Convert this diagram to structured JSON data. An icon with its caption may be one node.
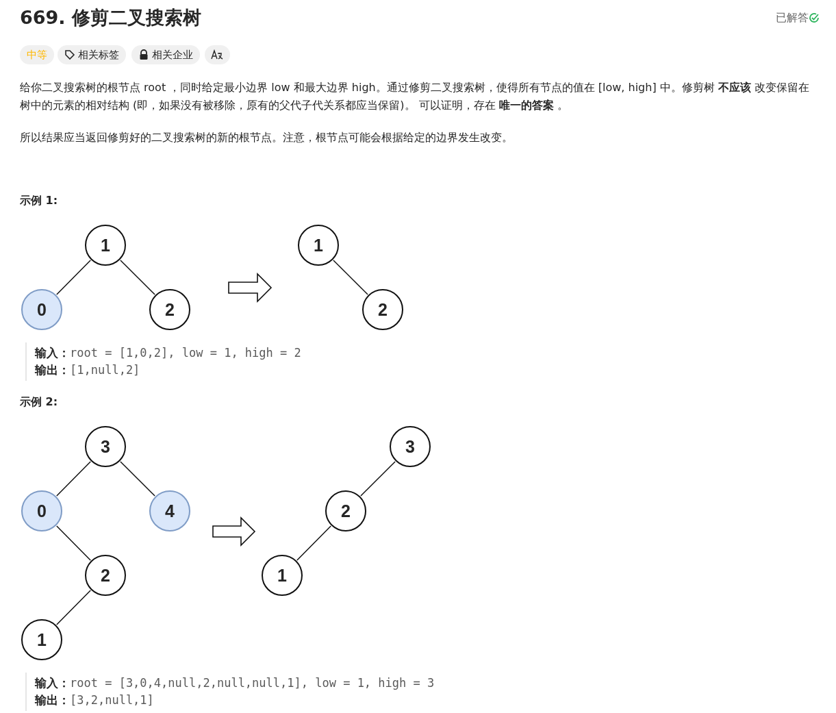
{
  "diagram": {
    "title": "669. 修剪二叉搜索树",
    "nodes": [
      {
        "text": [],
        "shape": "picture"
      },
      {
        "text": [
          "1"
        ],
        "in": 0
      },
      {
        "text": [
          "0"
        ],
        "in": 0
      },
      {
        "text": [
          "2"
        ],
        "in": 0
      },
      {
        "text": [],
        "shape": "picture"
      },
      {
        "text": [
          "1"
        ],
        "in": 4
      },
      {
        "text": [
          "2"
        ],
        "in": 4
      },
      {
        "text": [],
        "shape": "picture"
      },
      {
        "text": [
          "3"
        ],
        "in": 7
      },
      {
        "text": [
          "0"
        ],
        "in": 7
      },
      {
        "text": [
          "4"
        ],
        "in": 7
      },
      {
        "text": [
          "2"
        ],
        "in": 7
      },
      {
        "text": [
          "1"
        ],
        "in": 7
      },
      {
        "text": [],
        "shape": "picture"
      },
      {
        "text": [
          "3"
        ],
        "in": 13
      },
      {
        "text": [
          "2"
        ],
        "in": 13
      },
      {
        "text": [
          "1"
        ],
        "in": 13
      }
    ],
    "edges": [
      {
        "from": 1,
        "to": 2,
        "arrow": "none"
      },
      {
        "from": 1,
        "to": 3,
        "arrow": "none"
      },
      {
        "from": 0,
        "to": 4,
        "arrow": "to"
      },
      {
        "from": 5,
        "to": 6,
        "arrow": "none"
      },
      {
        "from": 8,
        "to": 9,
        "arrow": "none"
      },
      {
        "from": 8,
        "to": 10,
        "arrow": "none"
      },
      {
        "from": 9,
        "to": 11,
        "arrow": "none"
      },
      {
        "from": 11,
        "to": 12,
        "arrow": "none"
      },
      {
        "from": 7,
        "to": 13,
        "arrow": "to"
      },
      {
        "from": 14,
        "to": 15,
        "arrow": "none"
      },
      {
        "from": 15,
        "to": 16,
        "arrow": "none"
      }
    ],
    "labels": [
      "已解答",
      "中等",
      "相关标签",
      "相关企业",
      "给你二叉搜索树的根节点 root ，同时给定最小边界 low 和最大边界 high。通过修剪二叉搜索树，使得所有节点的值在 [low, high] 中。修剪树 **不应该** 改变保留在树中的元素的相对结构 (即，如果没有被移除，原有的父代子代关系都应当保留)。 可以证明，存在 **唯一的答案** 。",
      "所以结果应当返回修剪好的二叉搜索树的新的根节点。注意，根节点可能会根据给定的边界发生改变。",
      "示例 1:",
      "**输入：**root = [1,0,2], low = 1, high = 2",
      "**输出：**[1,null,2]",
      "示例 2:",
      "**输入：**root = [3,0,4,null,2,null,null,1], low = 1, high = 3",
      "**输出：**[3,2,null,1]"
    ]
  }
}
